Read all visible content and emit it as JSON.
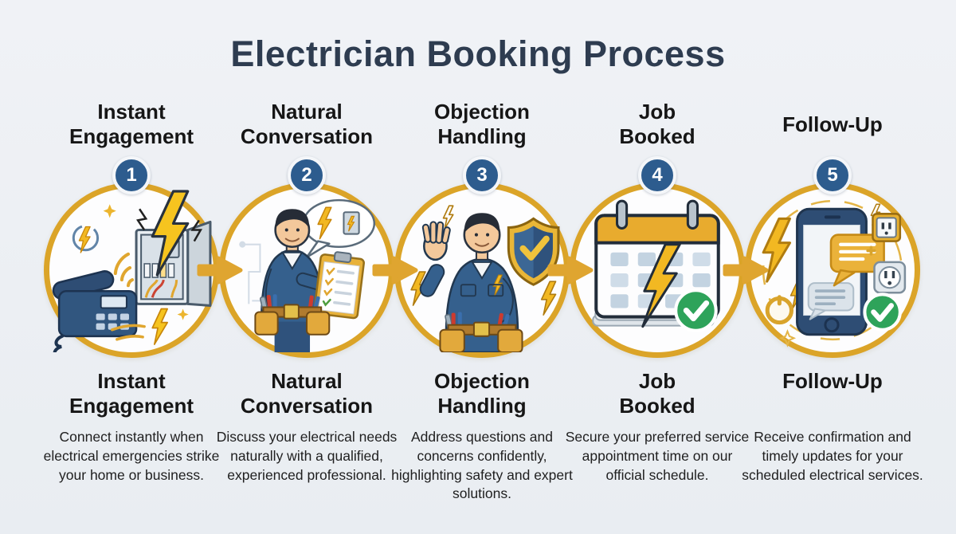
{
  "header": {
    "title": "Electrician Booking Process"
  },
  "colors": {
    "background": "#edeff3",
    "title_navy": "#2e3c50",
    "step_title_black": "#161616",
    "circle_border_gold": "#dba428",
    "arrow_gold": "#dfa530",
    "badge_blue": "#2d5c8e",
    "badge_ring_white": "#f4f6f9",
    "lightning_gold": "#f2b822",
    "green_check": "#2ea35a",
    "illustration_blue": "#31567f"
  },
  "steps": [
    {
      "number": "1",
      "top_label": "Instant\nEngagement",
      "bottom_label": "Instant\nEngagement",
      "description": "Connect instantly when electrical emergencies strike your home or business.",
      "icons": [
        "telephone",
        "electrical-panel",
        "lightning-bolt",
        "signal-waves",
        "sparkle"
      ]
    },
    {
      "number": "2",
      "top_label": "Natural\nConversation",
      "bottom_label": "Natural\nConversation",
      "description": "Discuss your electrical needs naturally with a qualified, experienced professional.",
      "icons": [
        "electrician",
        "clipboard-checklist",
        "speech-bubble",
        "lightning-bolt",
        "tool-belt"
      ]
    },
    {
      "number": "3",
      "top_label": "Objection\nHandling",
      "bottom_label": "Objection\nHandling",
      "description": "Address questions and concerns confidently, highlighting safety and expert solutions.",
      "icons": [
        "electrician-waving",
        "shield-checkmark",
        "lightning-bolt",
        "tool-belt"
      ]
    },
    {
      "number": "4",
      "top_label": "Job\nBooked",
      "bottom_label": "Job\nBooked",
      "description": "Secure your preferred service appointment time on our official schedule.",
      "icons": [
        "calendar",
        "lightning-bolt",
        "green-checkmark"
      ]
    },
    {
      "number": "5",
      "top_label": "Follow-Up",
      "bottom_label": "Follow-Up",
      "description": "Receive confirmation and timely updates for your scheduled electrical services.",
      "icons": [
        "smartphone",
        "chat-bubbles",
        "lightning-bolt",
        "power-button",
        "power-outlet",
        "green-checkmark"
      ]
    }
  ]
}
